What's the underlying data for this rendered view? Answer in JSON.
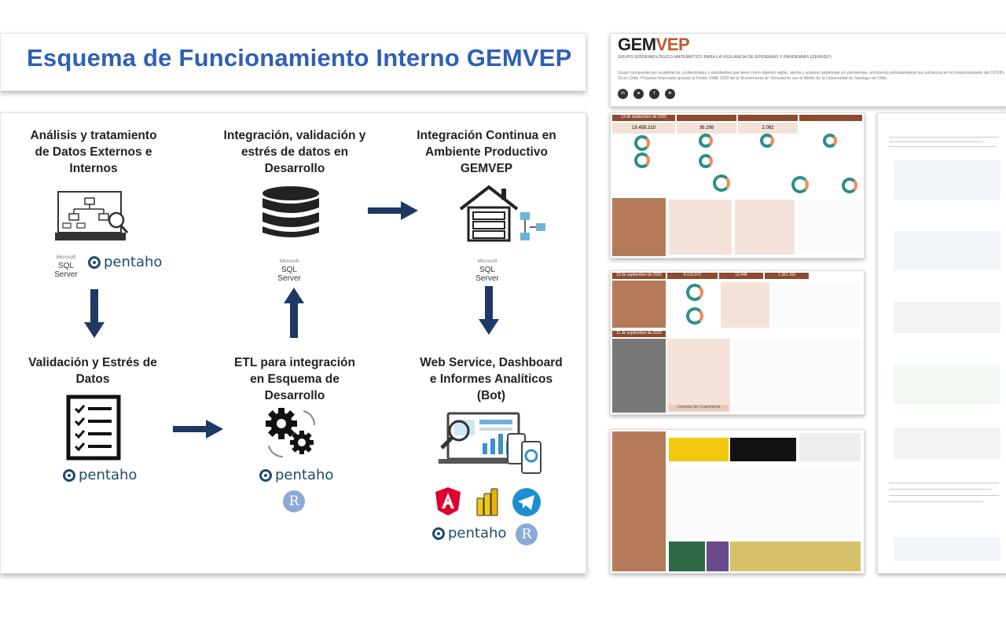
{
  "title": "Esquema de Funcionamiento Interno GEMVEP",
  "steps": {
    "s1": "Análisis y tratamiento de Datos Externos e Internos",
    "s2": "Integración, validación y estrés de datos en Desarrollo",
    "s3": "Integración Continua en Ambiente Productivo GEMVEP",
    "s4": "Validación y Estrés de Datos",
    "s5": "ETL para integración en Esquema de Desarrollo",
    "s6": "Web Service, Dashboard e Informes Analíticos (Bot)"
  },
  "logos": {
    "pentaho": "pentaho",
    "sql_microsoft": "Microsoft",
    "sql_server": "SQL Server",
    "r": "R"
  },
  "right": {
    "gem_a": "GEM",
    "gem_b": "VEP",
    "subtitle": "GRUPO EPIDEMIOLÓGICO-MATEMÁTICO PARA LA VIGILANCIA DE EPIDEMIAS Y PANDEMIAS (GEMVEP)",
    "description": "Grupo compuesto por académicos, profesionales y estudiantes que tiene como objetivo vigilar, alertar y analizar epidemias y/o pandemias, enfocando principalmente sus esfuerzos en el comportamiento del COVID-19 en Chile. Proyecto financiado gracias al Fondo VIME 2020 de la Vicerrectoría de Vinculación con el Medio de la Universidad de Santiago de Chile.",
    "dash1_date": "13 de septiembre de 2020",
    "dash1_val": "19.458.310",
    "dash1_v2": "36.298",
    "dash1_v3": "2.082",
    "dash2_date": "13 de septiembre de 2020",
    "dash2_val": "8.125.072",
    "dash2_v2": "12.448",
    "dash2_v3": "1.361.162",
    "dash2_date2": "11 de septiembre de 2020",
    "dash2_label": "Comuna Sin Cuarentena"
  },
  "colors": {
    "title_blue": "#2f5fb5",
    "arrow_navy": "#1f3864",
    "brand_brown": "#8c4a2f"
  }
}
